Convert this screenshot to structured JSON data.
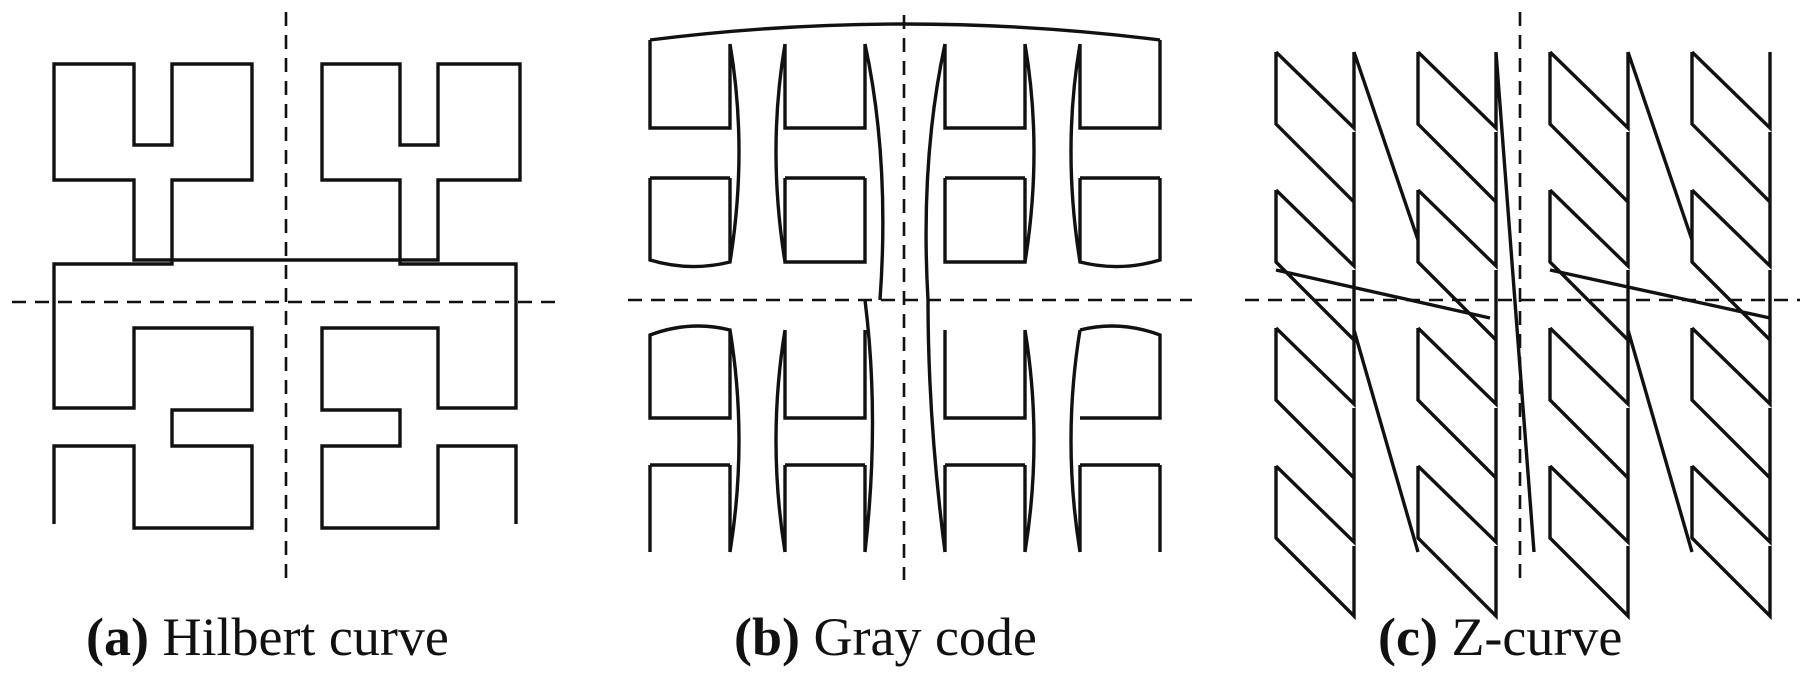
{
  "panels": [
    {
      "tag": "(a)",
      "label": "Hilbert curve",
      "curve": "hilbert"
    },
    {
      "tag": "(b)",
      "label": "Gray code",
      "curve": "gray"
    },
    {
      "tag": "(c)",
      "label": "Z-curve",
      "curve": "zcurve"
    }
  ],
  "colors": {
    "stroke": "#111111",
    "background": "#ffffff"
  }
}
